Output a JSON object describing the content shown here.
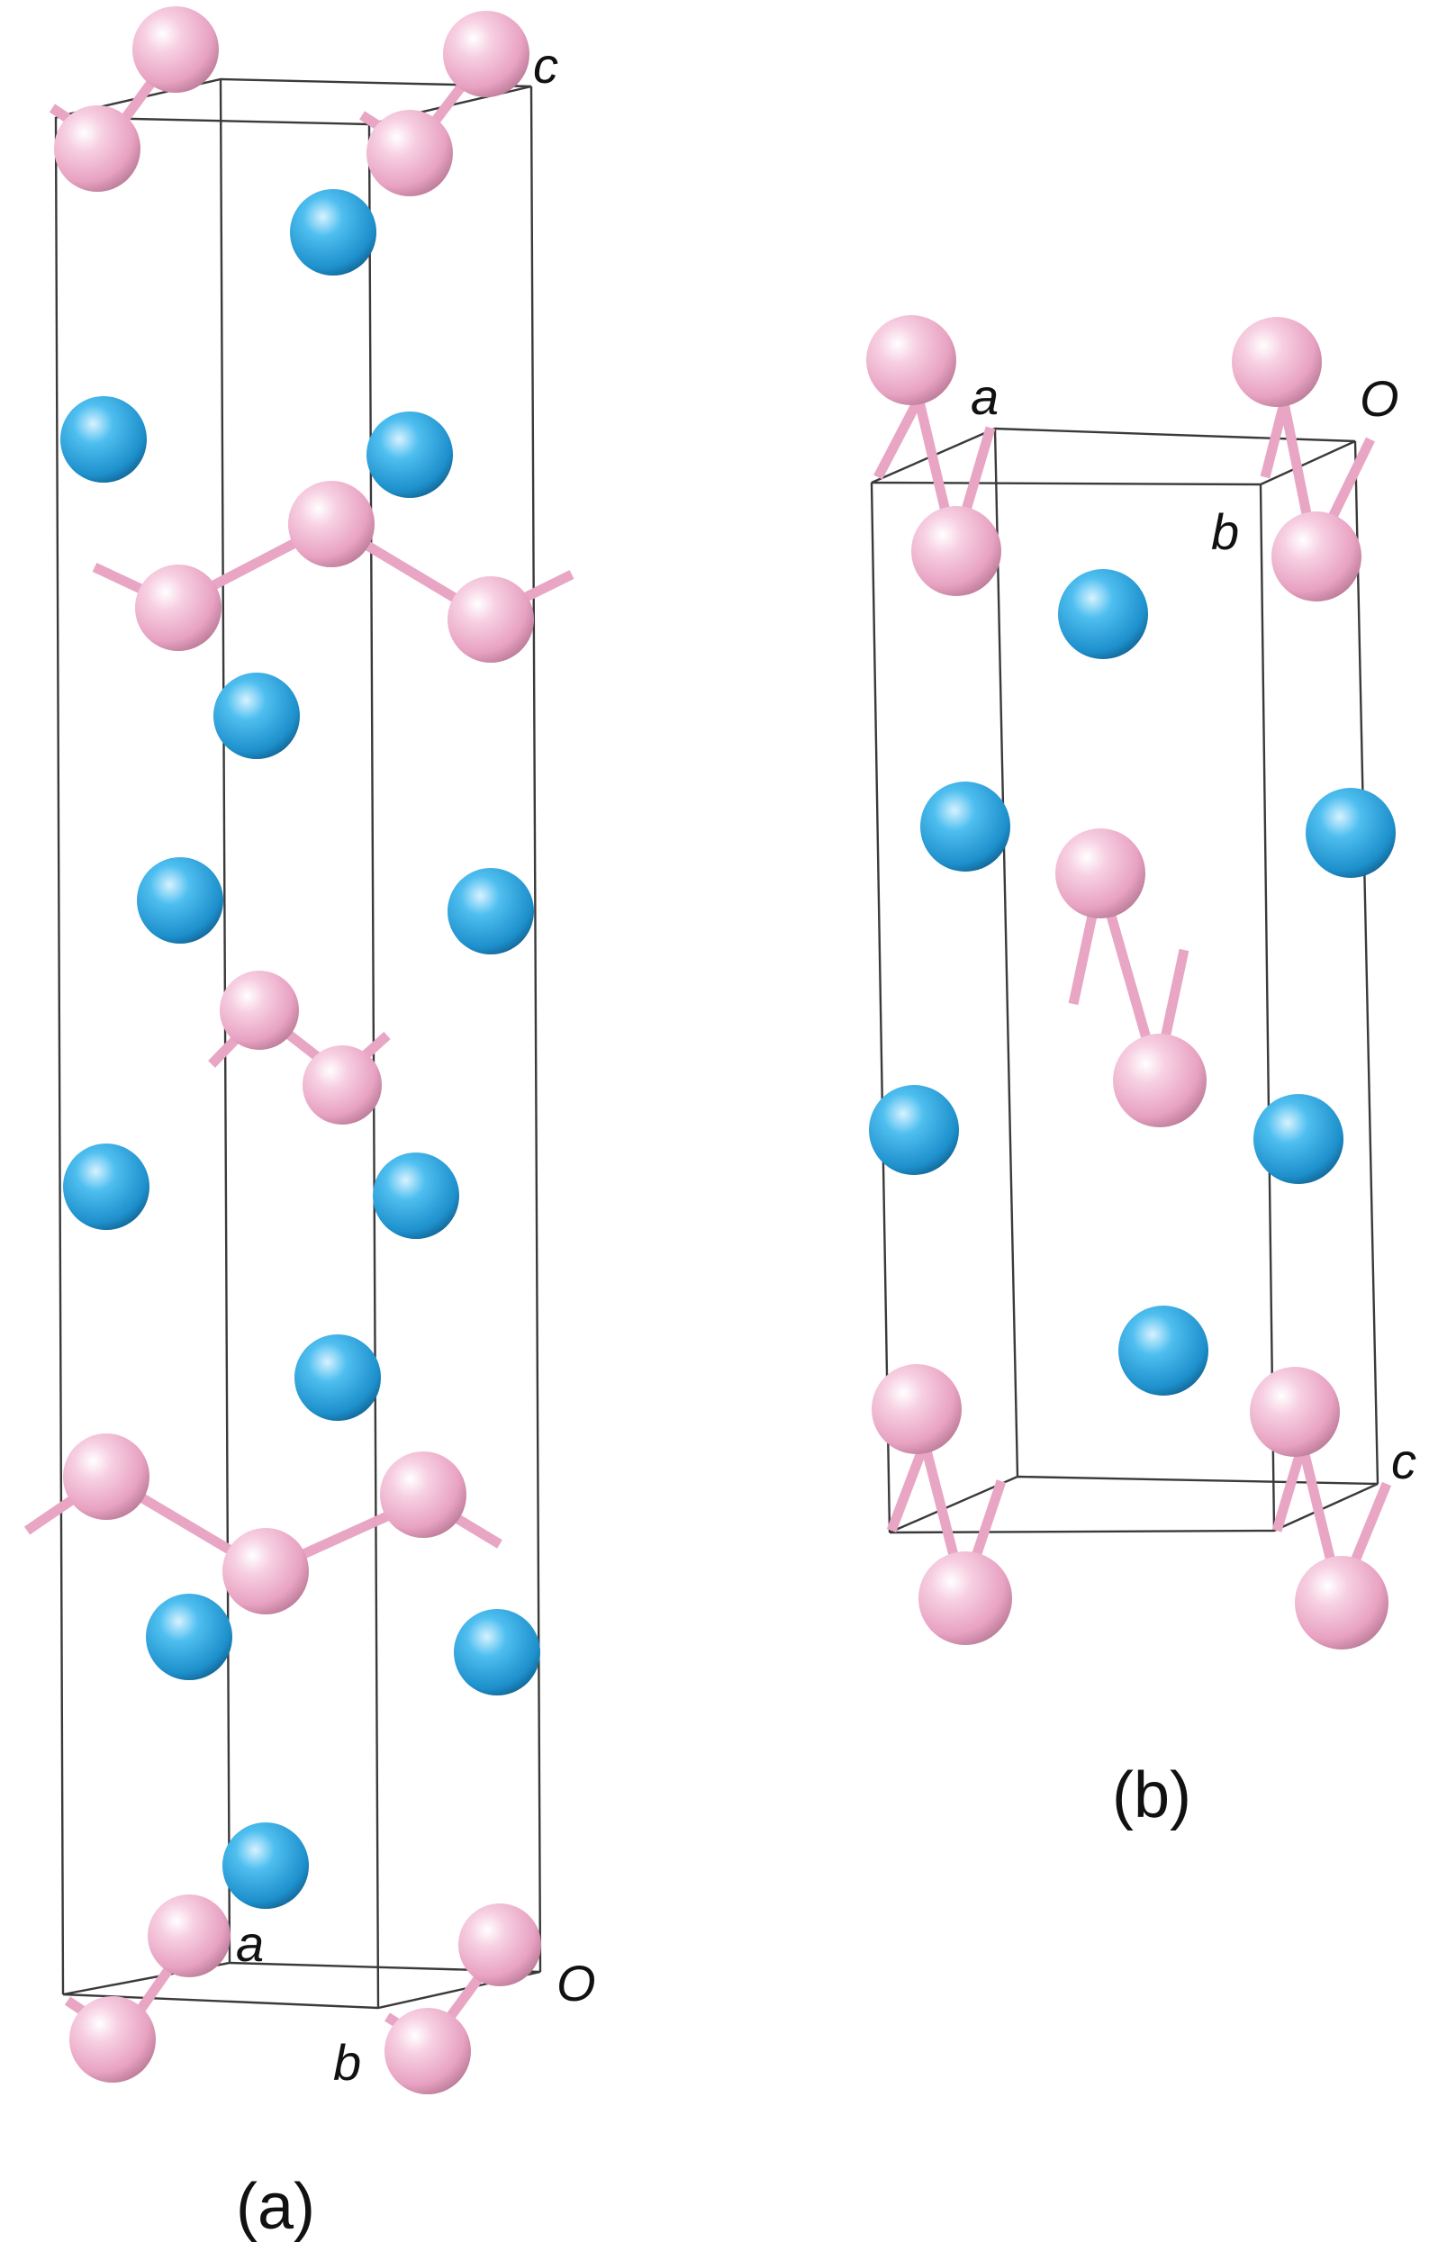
{
  "figure": {
    "panel_a": {
      "caption": "(a)",
      "axis_labels": {
        "c": "c",
        "a": "a",
        "b": "b",
        "origin": "O"
      }
    },
    "panel_b": {
      "caption": "(b)",
      "axis_labels": {
        "a": "a",
        "origin": "O",
        "b": "b",
        "c": "c"
      }
    },
    "colors": {
      "pink_atom": "#f0b8d2",
      "blue_atom": "#2aa3dd",
      "bond": "#e8a6c4",
      "cell_edge": "#3a3a3a"
    }
  }
}
